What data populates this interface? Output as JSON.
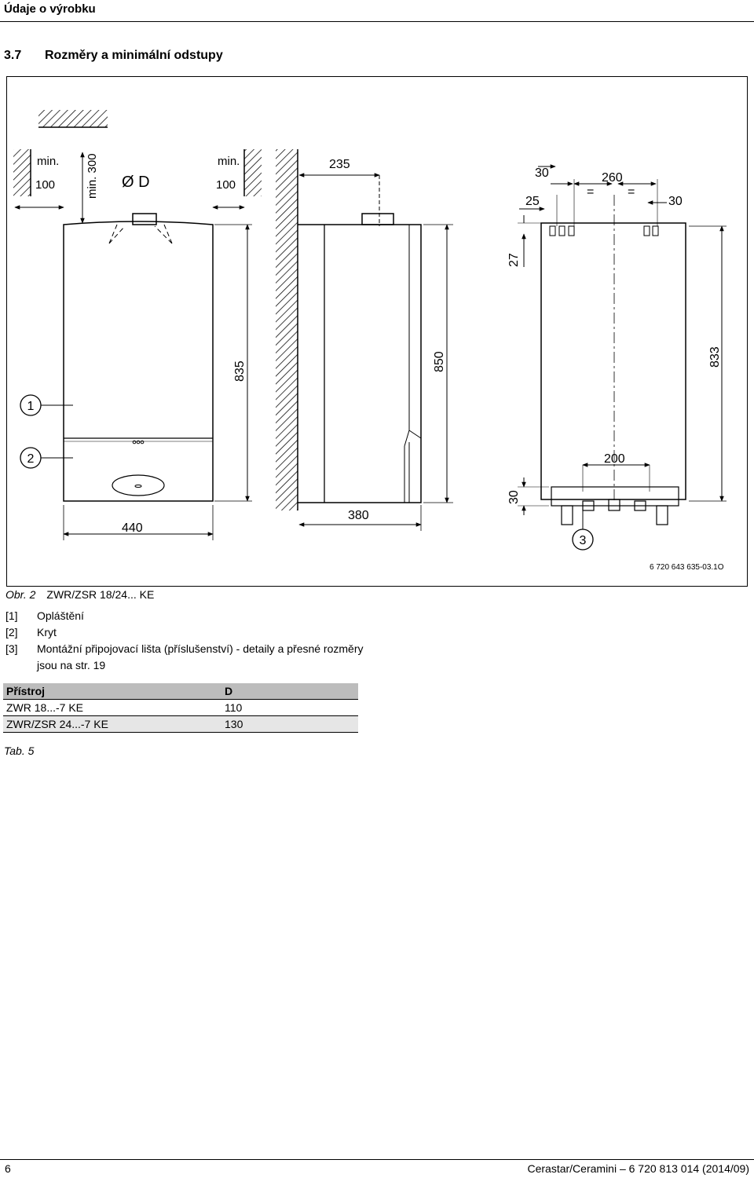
{
  "header": {
    "title": "Údaje o výrobku"
  },
  "section": {
    "number": "3.7",
    "title": "Rozměry a minimální odstupy"
  },
  "figure": {
    "labels": {
      "min_left_a": "min.",
      "min_left_b": "100",
      "min_top": "min. 300",
      "diameter": "Ø D",
      "min_right_a": "min.",
      "min_right_b": "100",
      "width_front": "440",
      "height_front": "835",
      "side_top": "235",
      "height_side": "850",
      "depth_side": "380",
      "top_30_left": "30",
      "top_25": "25",
      "top_260": "260",
      "eq_left": "=",
      "eq_right": "=",
      "top_30_right": "30",
      "dim_27": "27",
      "height_back": "833",
      "dim_200": "200",
      "dim_30_bottom": "30",
      "callout_1": "1",
      "callout_2": "2",
      "callout_3": "3",
      "figure_code": "6 720 643 635-03.1O"
    }
  },
  "caption": {
    "label": "Obr. 2",
    "text": "ZWR/ZSR 18/24... KE"
  },
  "legend": [
    {
      "key": "[1]",
      "text": "Opláštění"
    },
    {
      "key": "[2]",
      "text": "Kryt"
    },
    {
      "key": "[3]",
      "text": "Montážní připojovací lišta (příslušenství) - detaily a přesné rozměry jsou na str. 19"
    }
  ],
  "table": {
    "headers": [
      "Přístroj",
      "D"
    ],
    "rows": [
      [
        "ZWR 18...-7 KE",
        "110"
      ],
      [
        "ZWR/ZSR 24...-7 KE",
        "130"
      ]
    ],
    "label": "Tab. 5"
  },
  "footer": {
    "page": "6",
    "doc": "Cerastar/Ceramini – 6 720 813 014 (2014/09)"
  }
}
